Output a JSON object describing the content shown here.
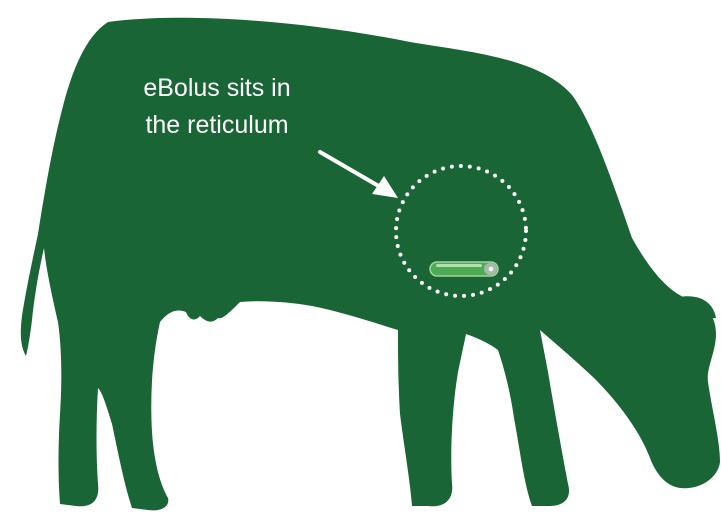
{
  "callout": {
    "line1": "eBolus sits in",
    "line2": "the reticulum"
  },
  "colors": {
    "cow": "#1a6535",
    "background": "#ffffff",
    "annotation": "#ffffff",
    "bolus": "#4faa55"
  },
  "icons": [
    "cow-silhouette",
    "arrow-icon",
    "dotted-circle",
    "bolus-capsule"
  ]
}
